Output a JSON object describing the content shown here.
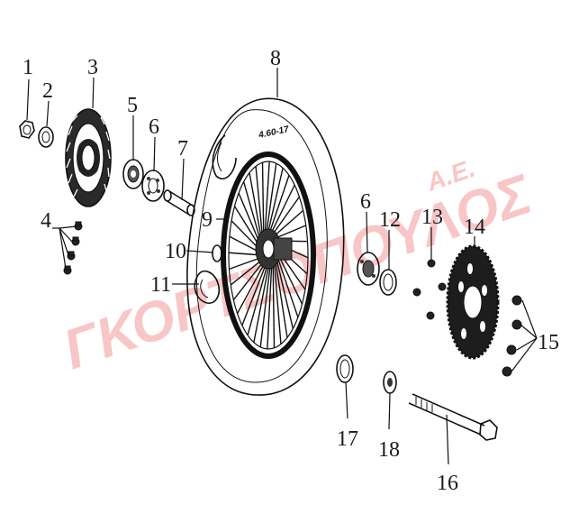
{
  "diagram": {
    "tire_size": "4.60-17",
    "watermark": {
      "text": "ΓΚΟΡΤΣΟΠΟΥΛΟΣ",
      "suffix": "Α.Ε.",
      "color": "#f4a6a6"
    },
    "callouts": [
      {
        "id": "c1",
        "label": "1"
      },
      {
        "id": "c2",
        "label": "2"
      },
      {
        "id": "c3",
        "label": "3"
      },
      {
        "id": "c4",
        "label": "4"
      },
      {
        "id": "c5",
        "label": "5"
      },
      {
        "id": "c6",
        "label": "6"
      },
      {
        "id": "c7",
        "label": "7"
      },
      {
        "id": "c8",
        "label": "8"
      },
      {
        "id": "c9",
        "label": "9"
      },
      {
        "id": "c10",
        "label": "10"
      },
      {
        "id": "c11",
        "label": "11"
      },
      {
        "id": "c6b",
        "label": "6"
      },
      {
        "id": "c12",
        "label": "12"
      },
      {
        "id": "c13",
        "label": "13"
      },
      {
        "id": "c14",
        "label": "14"
      },
      {
        "id": "c15",
        "label": "15"
      },
      {
        "id": "c16",
        "label": "16"
      },
      {
        "id": "c17",
        "label": "17"
      },
      {
        "id": "c18",
        "label": "18"
      }
    ]
  }
}
